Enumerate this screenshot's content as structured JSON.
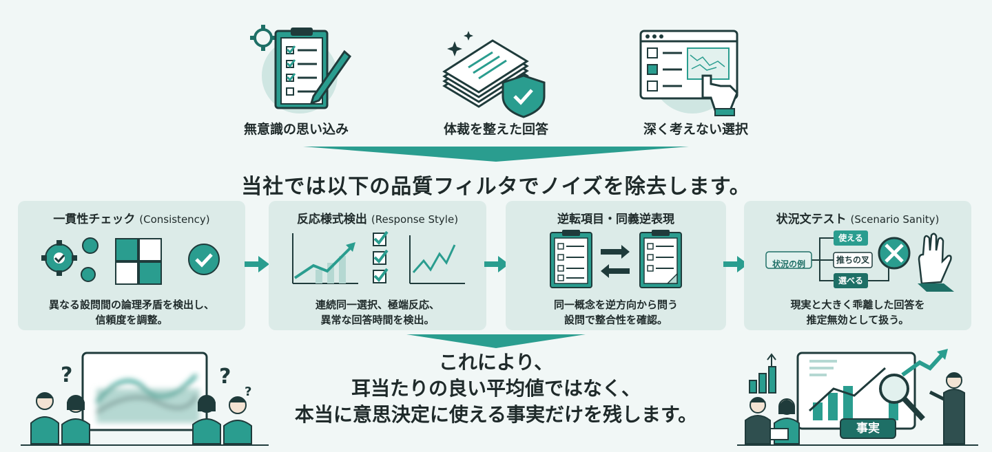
{
  "noise_sources": [
    {
      "label": "無意識の思い込み",
      "icon": "clipboard-pen-icon"
    },
    {
      "label": "体裁を整えた回答",
      "icon": "paper-stack-shield-icon"
    },
    {
      "label": "深く考えない選択",
      "icon": "screen-click-icon"
    }
  ],
  "headline": "当社では以下の品質フィルタでノイズを除去します。",
  "filters": [
    {
      "title": "一貫性チェック",
      "title_en": "(Consistency)",
      "desc": [
        "異なる設問間の論理矛盾を検出し、",
        "信頼度を調整。"
      ]
    },
    {
      "title": "反応様式検出",
      "title_en": "(Response Style)",
      "desc": [
        "連続同一選択、極端反応、",
        "異常な回答時間を検出。"
      ]
    },
    {
      "title": "逆転項目・同義逆表現",
      "title_en": "",
      "desc": [
        "同一概念を逆方向から問う",
        "設問で整合性を確認。"
      ]
    },
    {
      "title": "状況文テスト",
      "title_en": "(Scenario Sanity)",
      "desc": [
        "現実と大きく乖離した回答を",
        "推定無効として扱う。"
      ]
    }
  ],
  "scenario_diagram": {
    "source": "状況の例",
    "options": [
      "使える",
      "推ちの叉",
      "選べる"
    ]
  },
  "conclusion": [
    "これにより、",
    "耳当たりの良い平均値ではなく、",
    "本当に意思決定に使える事実だけを残します。"
  ],
  "fact_badge": "事実",
  "colors": {
    "accent": "#2a9d8f",
    "dark": "#1e6f66",
    "card": "#dcebe8",
    "bg": "#f1f7f6"
  }
}
